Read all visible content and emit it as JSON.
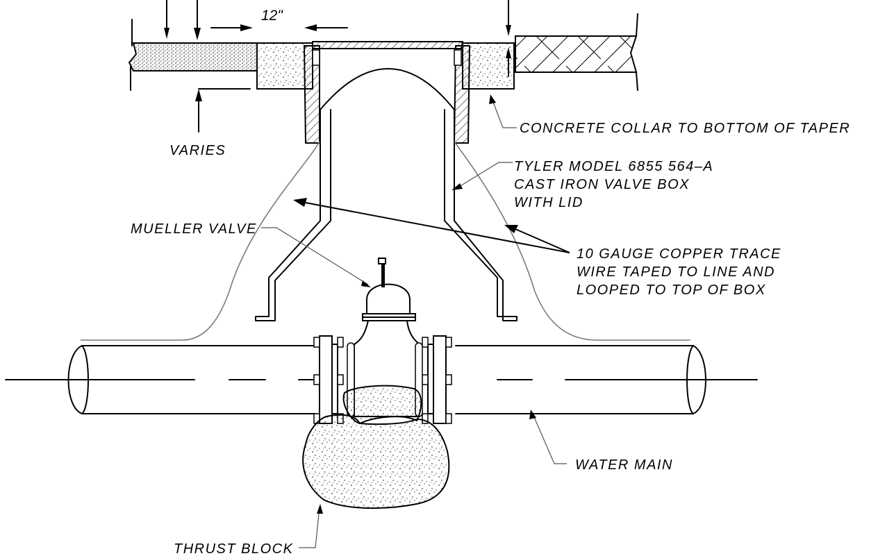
{
  "labels": {
    "dimension_12": "12\"",
    "varies": "VARIES",
    "concrete_collar": "CONCRETE COLLAR TO BOTTOM OF TAPER",
    "valve_box": [
      "TYLER MODEL 6855 564–A",
      "CAST IRON VALVE BOX",
      "WITH LID"
    ],
    "mueller_valve": "MUELLER VALVE",
    "copper_trace": [
      "10 GAUGE COPPER TRACE",
      "WIRE TAPED TO LINE AND",
      "LOOPED TO TOP OF BOX"
    ],
    "water_main": "WATER MAIN",
    "thrust_block": "THRUST BLOCK"
  },
  "colors": {
    "line": "#000000",
    "trace_wire": "#7a7a7a",
    "leader": "#555555",
    "background": "#ffffff"
  }
}
